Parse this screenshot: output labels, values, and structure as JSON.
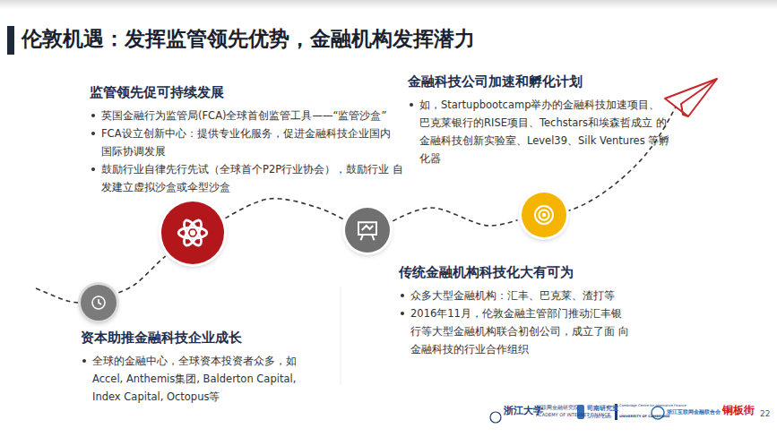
{
  "diagram": {
    "title": "伦敦机遇：发挥监管领先优势，金融机构发挥潜力",
    "nodes": [
      {
        "text": [
          "资本助推金融科技企业成长",
          "全球的金融中心，全球资本投资者众多，如 Accel, Anthemis集团, Balderton Capital, Index Capital, Octopus等"
        ]
      },
      {
        "text": [
          "监管领先促可持续发展",
          "英国金融行为监管局(FCA)全球首创监管工具——“监管沙盒”",
          "FCA设立创新中心：提供专业化服务，促进金融科技企业国内 国际协调发展",
          "鼓励行业自律先行先试（全球首个P2P行业协会），鼓励行业 自发建立虚拟沙盒或伞型沙盒"
        ]
      },
      {
        "text": [
          "传统金融机构科技化大有可为",
          "众多大型金融机构：汇丰、巴克莱、渣打等",
          "2016年11月，伦敦金融主管部门推动汇丰银 行等大型金融机构联合初创公司，成立了面 向金融科技的行业合作组织"
        ]
      },
      {
        "text": [
          "金融科技公司加速和孵化计划",
          "如，Startupbootcamp举办的金融科技加速项目、 巴克莱银行的RISE项目、Techstars和埃森哲成立 的金融科技创新实验室、Level39、Silk Ventures 等孵化器"
        ]
      }
    ],
    "edges": [
      {
        "from": 0,
        "to": 1,
        "arrow": "none"
      },
      {
        "from": 1,
        "to": 2,
        "arrow": "none"
      },
      {
        "from": 2,
        "to": 3,
        "arrow": "none"
      }
    ],
    "labels": [
      "浙江大学",
      "互联网金融研究院",
      "ACADEMY OF INTERNET FINANCE",
      "司南研究室",
      "Sinai Lab",
      "Cambridge Centre for Alternative Finance",
      "UNIVERSITY OF CAMBRIDGE",
      "浙江互联网金融联合会",
      "铜板街",
      "22"
    ]
  }
}
